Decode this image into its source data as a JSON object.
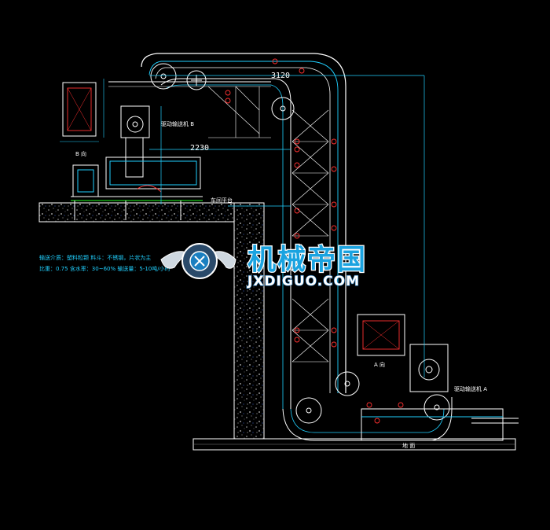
{
  "dimensions": {
    "top_span": "3120",
    "mid_span": "2230"
  },
  "labels": {
    "view_b": "B 向",
    "view_a": "A 向",
    "top_drive": "驱动输送机 B",
    "bottom_drive": "驱动输送机 A",
    "platform": "车间平台",
    "ground": "地 面",
    "spec_line1": "输送介质：塑料粒颗    料斗：不锈钢，片状为主",
    "spec_line2": "比重：0.75   含水率：30~60%   输送量：5-10吨/小时"
  },
  "watermark": {
    "cn": "机械帝国",
    "en": "JXDIGUO.COM"
  },
  "colors": {
    "background": "#000000",
    "line_white": "#ffffff",
    "line_cyan": "#00c8ff",
    "line_red": "#ff3030",
    "line_green": "#20ff20",
    "line_yellow": "#ffff40",
    "line_blue": "#3060ff",
    "concrete": "#808080"
  }
}
